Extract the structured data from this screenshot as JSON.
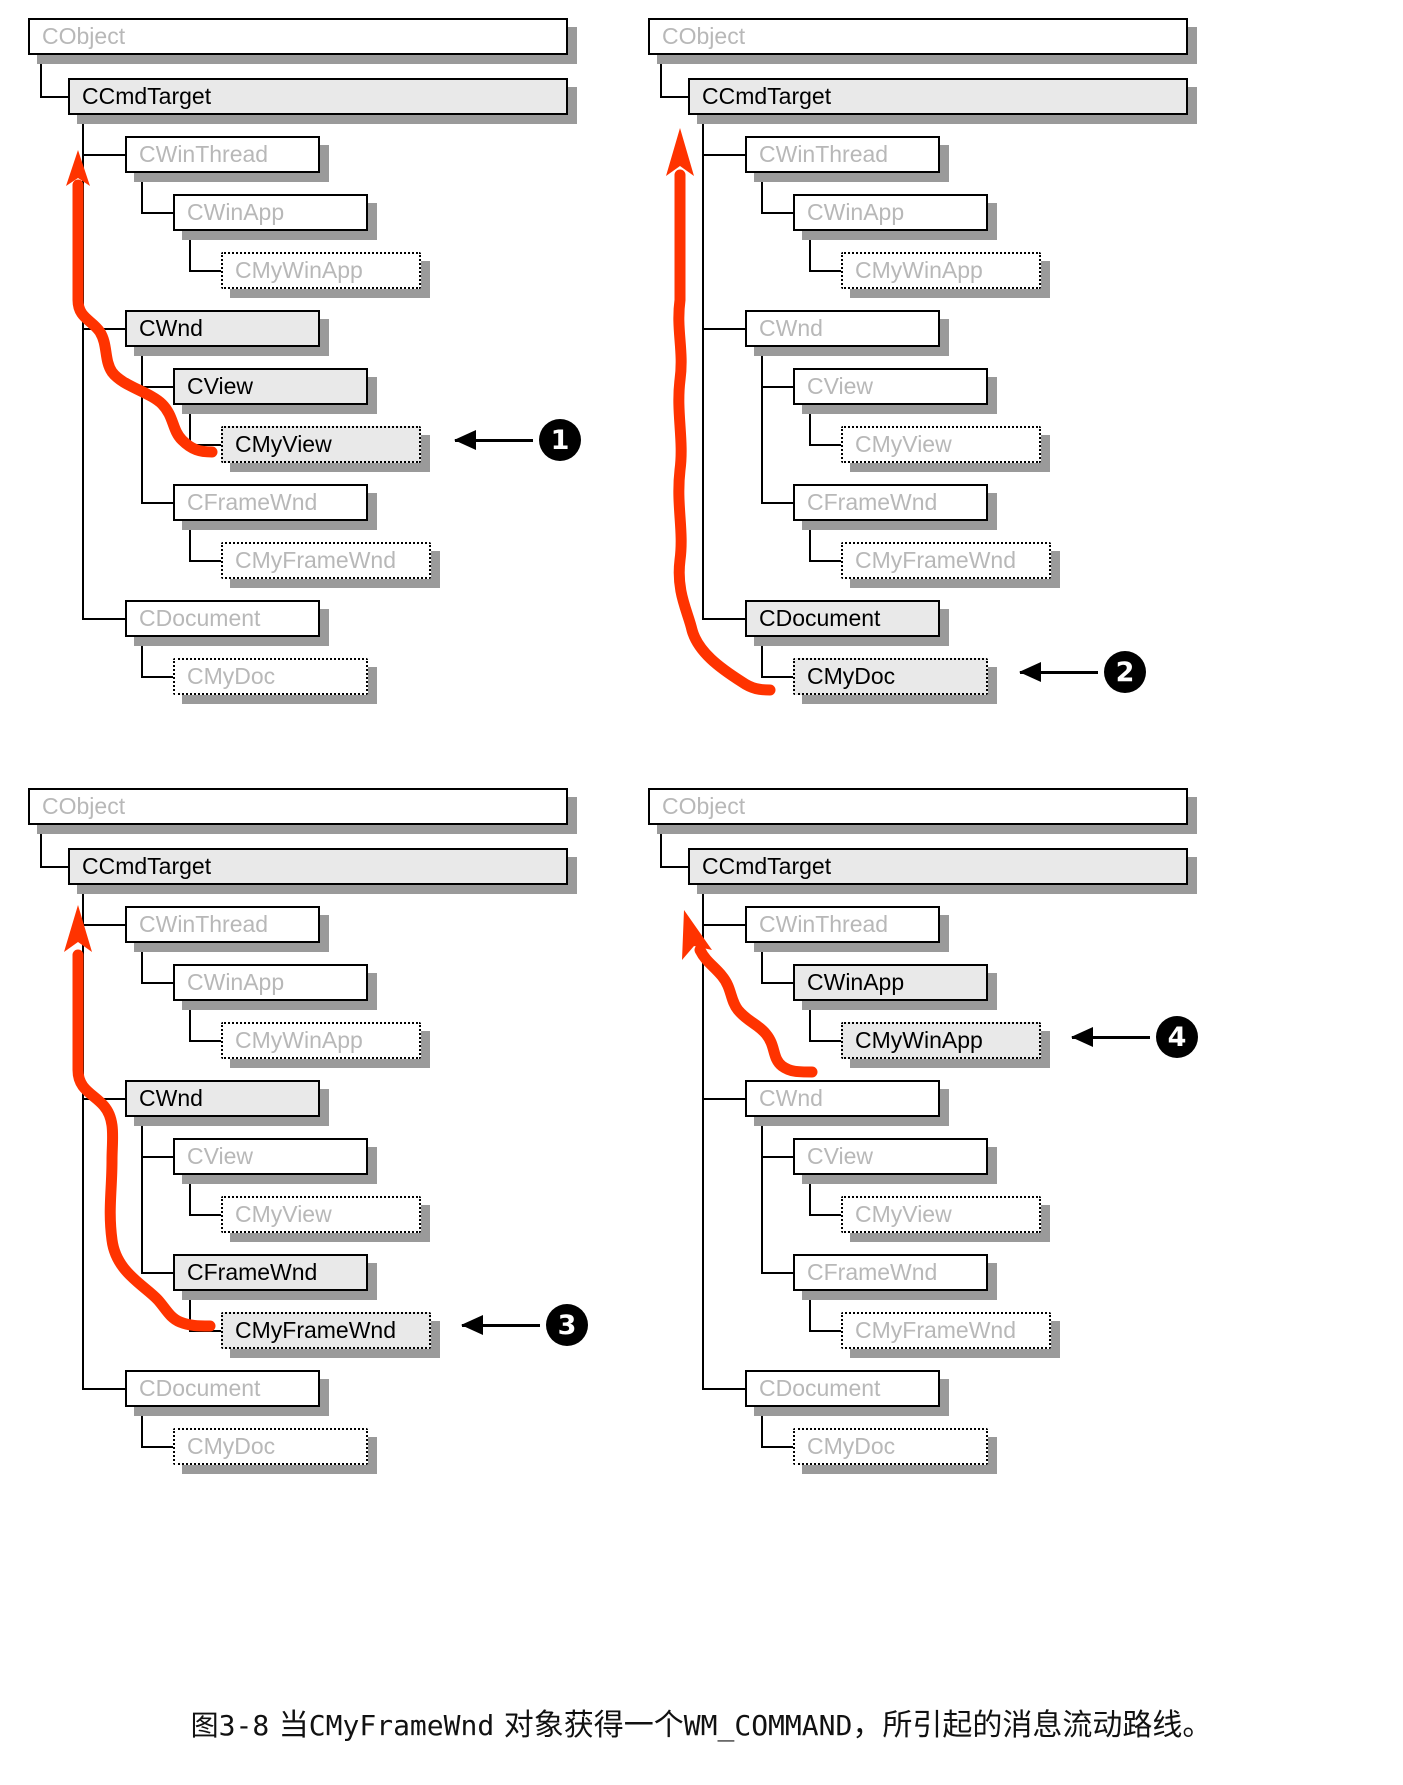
{
  "figure": {
    "caption_prefix": "图3-8",
    "caption_part1": "当",
    "caption_class": "CMyFrameWnd",
    "caption_part2": "对象获得一个",
    "caption_message": "WM_COMMAND",
    "caption_part3": "，所引起的消息流动路线。",
    "route_color": "#FF3300",
    "highlight_color": "#E9E9E9",
    "dim_color": "#B8B8B8"
  },
  "class_names": {
    "cobject": "CObject",
    "ccmdtarget": "CCmdTarget",
    "cwinthread": "CWinThread",
    "cwinapp": "CWinApp",
    "cmywinapp": "CMyWinApp",
    "cwnd": "CWnd",
    "cview": "CView",
    "cmyview": "CMyView",
    "cframewnd": "CFrameWnd",
    "cmyframewnd": "CMyFrameWnd",
    "cdocument": "CDocument",
    "cmydoc": "CMyDoc"
  },
  "panels": [
    {
      "id": 1,
      "step_label": "❶",
      "step_number": "1",
      "target": "CMyView",
      "active": [
        "CCmdTarget",
        "CWnd",
        "CView",
        "CMyView"
      ],
      "nodes": [
        {
          "key": "cobject",
          "label": "CObject",
          "state": "off",
          "border": "solid"
        },
        {
          "key": "ccmdtarget",
          "label": "CCmdTarget",
          "state": "on",
          "border": "solid"
        },
        {
          "key": "cwinthread",
          "label": "CWinThread",
          "state": "off",
          "border": "solid"
        },
        {
          "key": "cwinapp",
          "label": "CWinApp",
          "state": "off",
          "border": "solid"
        },
        {
          "key": "cmywinapp",
          "label": "CMyWinApp",
          "state": "off",
          "border": "dotted"
        },
        {
          "key": "cwnd",
          "label": "CWnd",
          "state": "on",
          "border": "solid"
        },
        {
          "key": "cview",
          "label": "CView",
          "state": "on",
          "border": "solid"
        },
        {
          "key": "cmyview",
          "label": "CMyView",
          "state": "on",
          "border": "dotted"
        },
        {
          "key": "cframewnd",
          "label": "CFrameWnd",
          "state": "off",
          "border": "solid"
        },
        {
          "key": "cmyframewnd",
          "label": "CMyFrameWnd",
          "state": "off",
          "border": "dotted"
        },
        {
          "key": "cdocument",
          "label": "CDocument",
          "state": "off",
          "border": "solid"
        },
        {
          "key": "cmydoc",
          "label": "CMyDoc",
          "state": "off",
          "border": "dotted"
        }
      ]
    },
    {
      "id": 2,
      "step_label": "❷",
      "step_number": "2",
      "target": "CMyDoc",
      "active": [
        "CCmdTarget",
        "CDocument",
        "CMyDoc"
      ],
      "nodes": [
        {
          "key": "cobject",
          "label": "CObject",
          "state": "off",
          "border": "solid"
        },
        {
          "key": "ccmdtarget",
          "label": "CCmdTarget",
          "state": "on",
          "border": "solid"
        },
        {
          "key": "cwinthread",
          "label": "CWinThread",
          "state": "off",
          "border": "solid"
        },
        {
          "key": "cwinapp",
          "label": "CWinApp",
          "state": "off",
          "border": "solid"
        },
        {
          "key": "cmywinapp",
          "label": "CMyWinApp",
          "state": "off",
          "border": "dotted"
        },
        {
          "key": "cwnd",
          "label": "CWnd",
          "state": "off",
          "border": "solid"
        },
        {
          "key": "cview",
          "label": "CView",
          "state": "off",
          "border": "solid"
        },
        {
          "key": "cmyview",
          "label": "CMyView",
          "state": "off",
          "border": "dotted"
        },
        {
          "key": "cframewnd",
          "label": "CFrameWnd",
          "state": "off",
          "border": "solid"
        },
        {
          "key": "cmyframewnd",
          "label": "CMyFrameWnd",
          "state": "off",
          "border": "dotted"
        },
        {
          "key": "cdocument",
          "label": "CDocument",
          "state": "on",
          "border": "solid"
        },
        {
          "key": "cmydoc",
          "label": "CMyDoc",
          "state": "on",
          "border": "dotted"
        }
      ]
    },
    {
      "id": 3,
      "step_label": "❸",
      "step_number": "3",
      "target": "CMyFrameWnd",
      "active": [
        "CCmdTarget",
        "CWnd",
        "CFrameWnd",
        "CMyFrameWnd"
      ],
      "nodes": [
        {
          "key": "cobject",
          "label": "CObject",
          "state": "off",
          "border": "solid"
        },
        {
          "key": "ccmdtarget",
          "label": "CCmdTarget",
          "state": "on",
          "border": "solid"
        },
        {
          "key": "cwinthread",
          "label": "CWinThread",
          "state": "off",
          "border": "solid"
        },
        {
          "key": "cwinapp",
          "label": "CWinApp",
          "state": "off",
          "border": "solid"
        },
        {
          "key": "cmywinapp",
          "label": "CMyWinApp",
          "state": "off",
          "border": "dotted"
        },
        {
          "key": "cwnd",
          "label": "CWnd",
          "state": "on",
          "border": "solid"
        },
        {
          "key": "cview",
          "label": "CView",
          "state": "off",
          "border": "solid"
        },
        {
          "key": "cmyview",
          "label": "CMyView",
          "state": "off",
          "border": "dotted"
        },
        {
          "key": "cframewnd",
          "label": "CFrameWnd",
          "state": "on",
          "border": "solid"
        },
        {
          "key": "cmyframewnd",
          "label": "CMyFrameWnd",
          "state": "on",
          "border": "dotted"
        },
        {
          "key": "cdocument",
          "label": "CDocument",
          "state": "off",
          "border": "solid"
        },
        {
          "key": "cmydoc",
          "label": "CMyDoc",
          "state": "off",
          "border": "dotted"
        }
      ]
    },
    {
      "id": 4,
      "step_label": "❹",
      "step_number": "4",
      "target": "CMyWinApp",
      "active": [
        "CCmdTarget",
        "CWinApp",
        "CMyWinApp"
      ],
      "nodes": [
        {
          "key": "cobject",
          "label": "CObject",
          "state": "off",
          "border": "solid"
        },
        {
          "key": "ccmdtarget",
          "label": "CCmdTarget",
          "state": "on",
          "border": "solid"
        },
        {
          "key": "cwinthread",
          "label": "CWinThread",
          "state": "off",
          "border": "solid"
        },
        {
          "key": "cwinapp",
          "label": "CWinApp",
          "state": "on",
          "border": "solid"
        },
        {
          "key": "cmywinapp",
          "label": "CMyWinApp",
          "state": "on",
          "border": "dotted"
        },
        {
          "key": "cwnd",
          "label": "CWnd",
          "state": "off",
          "border": "solid"
        },
        {
          "key": "cview",
          "label": "CView",
          "state": "off",
          "border": "solid"
        },
        {
          "key": "cmyview",
          "label": "CMyView",
          "state": "off",
          "border": "dotted"
        },
        {
          "key": "cframewnd",
          "label": "CFrameWnd",
          "state": "off",
          "border": "solid"
        },
        {
          "key": "cmyframewnd",
          "label": "CMyFrameWnd",
          "state": "off",
          "border": "dotted"
        },
        {
          "key": "cdocument",
          "label": "CDocument",
          "state": "off",
          "border": "solid"
        },
        {
          "key": "cmydoc",
          "label": "CMyDoc",
          "state": "off",
          "border": "dotted"
        }
      ]
    }
  ]
}
